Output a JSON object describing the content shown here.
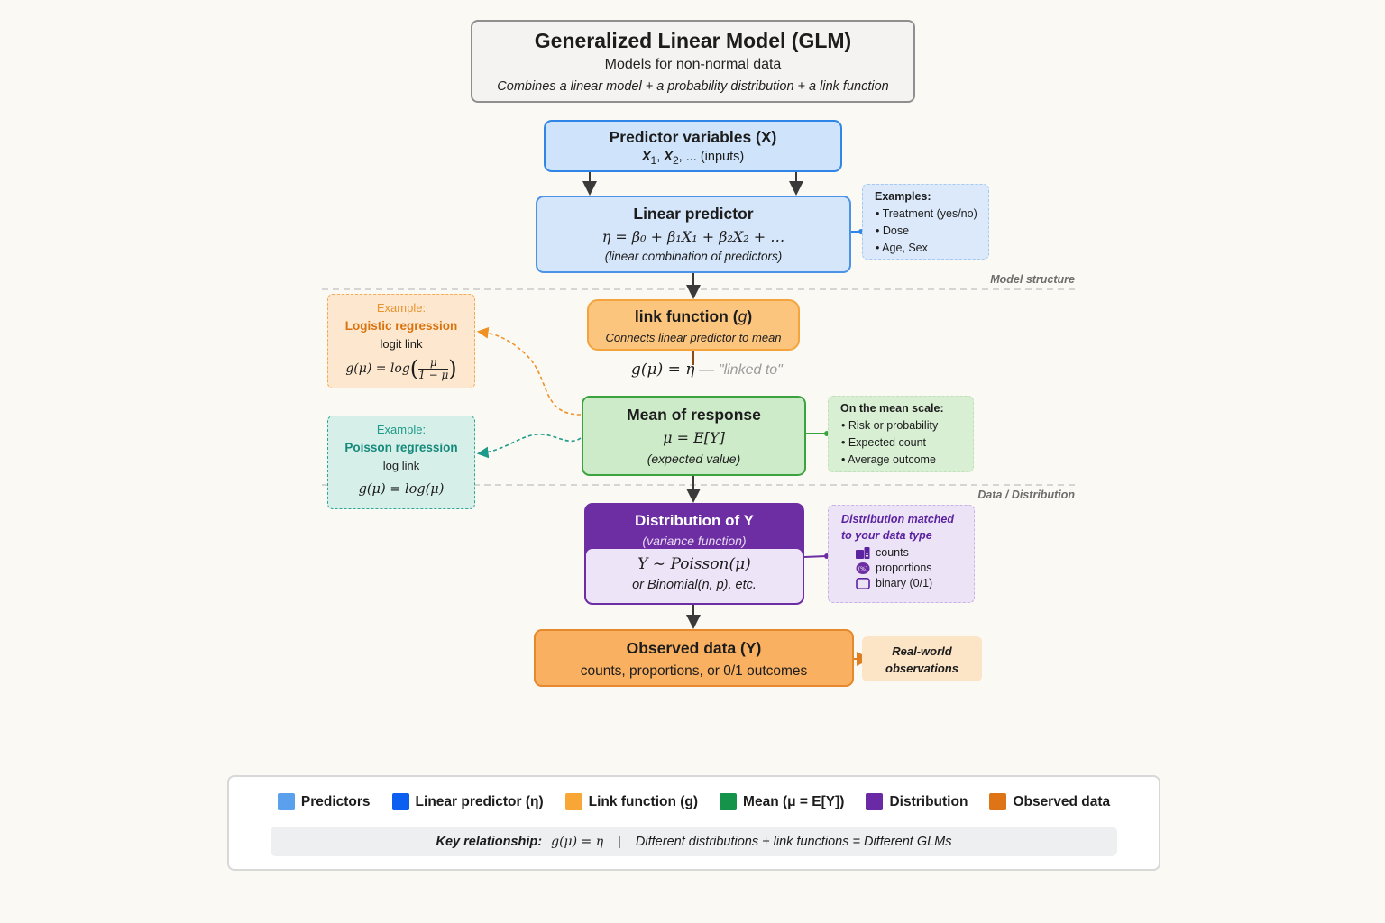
{
  "header": {
    "title": "Generalized Linear Model (GLM)",
    "subtitle": "Models for non-normal data",
    "tagline": "Combines a linear model + a probability distribution + a link function"
  },
  "nodes": {
    "predictors": {
      "title": "Predictor variables (X)",
      "sub_x1": "X",
      "sub_x1_idx": "1",
      "sub_x2": "X",
      "sub_x2_idx": "2",
      "sub_rest": ", ... (inputs)"
    },
    "linear": {
      "title": "Linear predictor",
      "formula": "η = β₀ + β₁X₁ + β₂X₂ + …",
      "caption": "(linear combination of predictors)"
    },
    "link": {
      "title": "link function (",
      "title_g": "g",
      "title_end": ")",
      "caption": "Connects linear predictor to mean"
    },
    "link_eq": {
      "formula": "g(μ) = η",
      "dash": " — ",
      "label": "\"linked to\""
    },
    "mean": {
      "title": "Mean of response",
      "formula": "μ = E[Y]",
      "caption": "(expected value)"
    },
    "distribution": {
      "title": "Distribution of Y",
      "caption": "(variance function)",
      "formula": "Y ∼ Poisson(μ)",
      "alt": "or Binomial(n, p), etc."
    },
    "observed": {
      "title": "Observed data (Y)",
      "caption": "counts, proportions, or 0/1 outcomes"
    }
  },
  "notes": {
    "examples": {
      "heading": "Examples:",
      "items": [
        "• Treatment (yes/no)",
        "• Dose",
        "• Age, Sex"
      ]
    },
    "mean_scale": {
      "heading": "On the mean scale:",
      "items": [
        "• Risk or probability",
        "• Expected count",
        "• Average outcome"
      ]
    },
    "dist_matched": {
      "heading_line1": "Distribution matched",
      "heading_line2": "to your data type",
      "items": [
        {
          "icon": "bar-chart-icon",
          "label": "counts"
        },
        {
          "icon": "percent-badge-icon",
          "label": "proportions"
        },
        {
          "icon": "checkbox-icon",
          "label": "binary (0/1)"
        }
      ]
    },
    "real_world": {
      "line1": "Real-world",
      "line2": "observations"
    },
    "logistic": {
      "eyebrow": "Example:",
      "title": "Logistic regression",
      "link": "logit link",
      "lhs": "g(μ) = log",
      "num": "μ",
      "den": "1 − μ"
    },
    "poisson": {
      "eyebrow": "Example:",
      "title": "Poisson regression",
      "link": "log link",
      "formula": "g(μ) = log(μ)"
    }
  },
  "sections": {
    "model": "Model structure",
    "data": "Data / Distribution"
  },
  "legend": {
    "items": [
      {
        "label": "Predictors",
        "color": "#5aa0ec"
      },
      {
        "label": "Linear predictor (η)",
        "color": "#0a5ff0"
      },
      {
        "label": "Link function (g)",
        "color": "#f8a737"
      },
      {
        "label": "Mean (μ = E[Y])",
        "color": "#16934a"
      },
      {
        "label": "Distribution",
        "color": "#6a2aa6"
      },
      {
        "label": "Observed data",
        "color": "#de7416"
      }
    ],
    "key_label": "Key relationship:",
    "key_formula": "g(μ) = η",
    "separator": "|",
    "key_text": "Different distributions + link functions = Different GLMs"
  }
}
